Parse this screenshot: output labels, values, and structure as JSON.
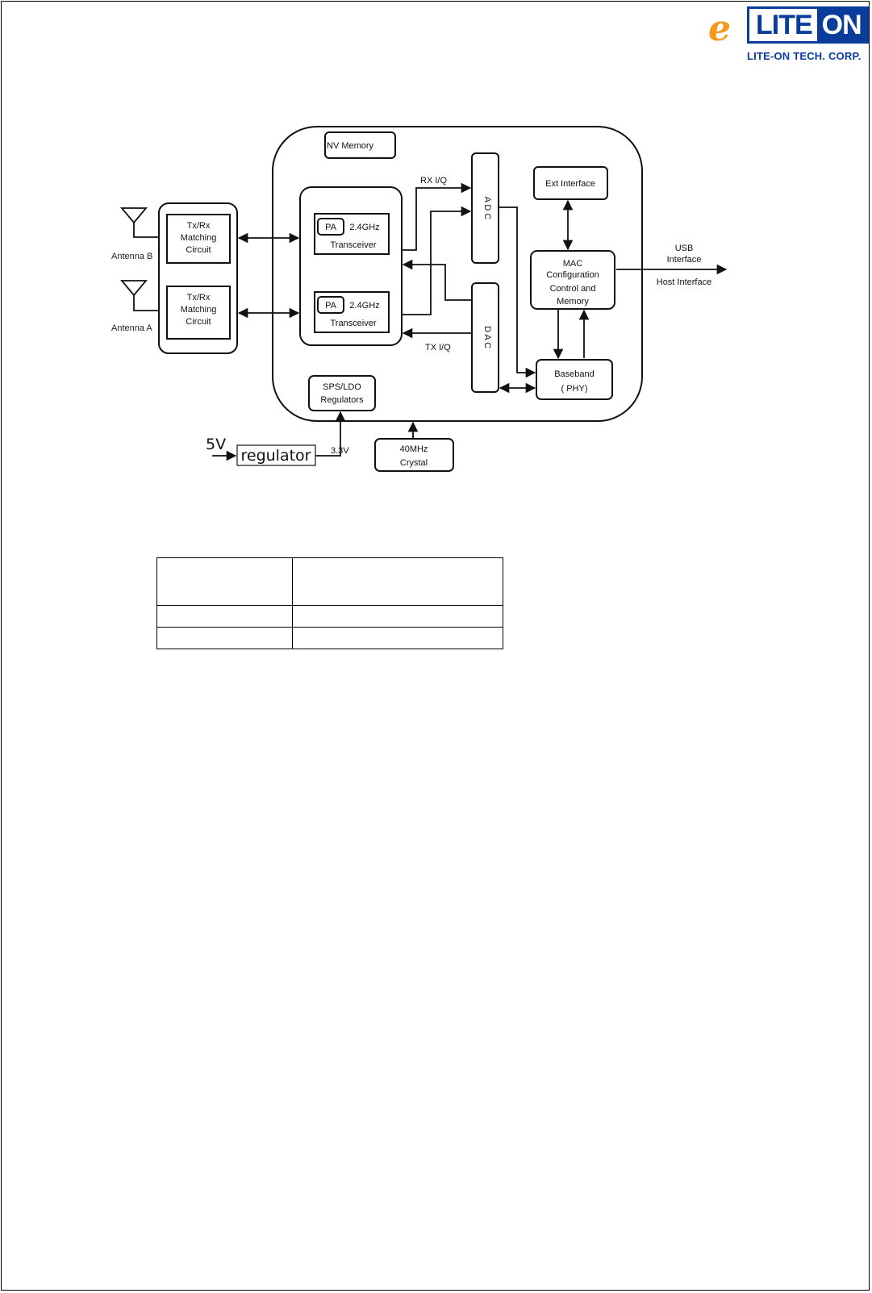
{
  "logo": {
    "mark": "e",
    "lite": "LITE",
    "on": "ON",
    "corp": "LITE-ON TECH. CORP."
  },
  "diagram": {
    "nv_memory": "NV Memory",
    "rx_iq": "RX I/Q",
    "tx_iq": "TX I/Q",
    "adc": "A D C",
    "dac": "D A C",
    "ext_interface": "Ext Interface",
    "pa": "PA",
    "transceiver_b_freq": "2.4GHz",
    "transceiver_b_label": "Transceiver",
    "transceiver_a_freq": "2.4GHz",
    "transceiver_a_label": "Transceiver",
    "matching_b": [
      "Tx/Rx",
      "Matching",
      "Circuit"
    ],
    "matching_a": [
      "Tx/Rx",
      "Matching",
      "Circuit"
    ],
    "antenna_b": "Antenna B",
    "antenna_a": "Antenna A",
    "mac": [
      "MAC",
      "Configuration",
      "Control and",
      "Memory"
    ],
    "baseband": [
      "Baseband",
      "( PHY)"
    ],
    "usb_interface": [
      "USB",
      "Interface"
    ],
    "host_interface": "Host Interface",
    "sps_ldo": [
      "SPS/LDO",
      "Regulators"
    ],
    "crystal": [
      "40MHz",
      "Crystal"
    ],
    "input_voltage": "5V",
    "regulator": "regulator",
    "output_voltage": "3.3V"
  },
  "table": {
    "rows": [
      [
        "",
        ""
      ],
      [
        "",
        ""
      ],
      [
        "",
        ""
      ]
    ]
  }
}
